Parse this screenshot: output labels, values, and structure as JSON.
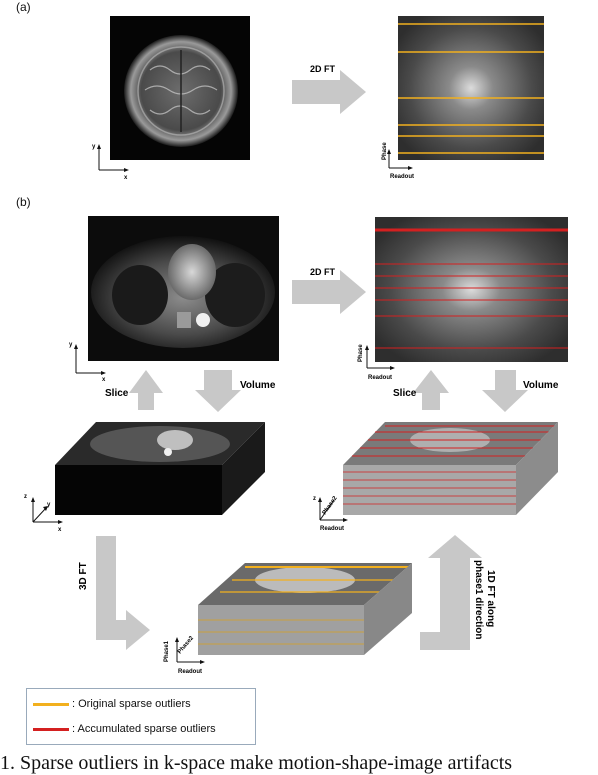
{
  "panels": {
    "a": "(a)",
    "b": "(b)"
  },
  "arrows": {
    "ft2d_a": "2D FT",
    "ft2d_b": "2D FT",
    "slice_left": "Slice",
    "volume_left": "Volume",
    "slice_right": "Slice",
    "volume_right": "Volume",
    "ft3d": "3D FT",
    "ft1d_line1": "1D FT along",
    "ft1d_line2": "phase1 direction"
  },
  "axes": {
    "x": "x",
    "y": "y",
    "z": "z",
    "phase": "Phase",
    "readout": "Readout",
    "phase1": "Phase1",
    "phase2": "Phase2"
  },
  "legend": {
    "original": ": Original sparse outliers",
    "accumulated": ": Accumulated sparse outliers",
    "original_color": "#f2b01e",
    "accumulated_color": "#d42020"
  },
  "caption": "1.  Sparse outliers in k-space make motion-shape-image artifacts"
}
